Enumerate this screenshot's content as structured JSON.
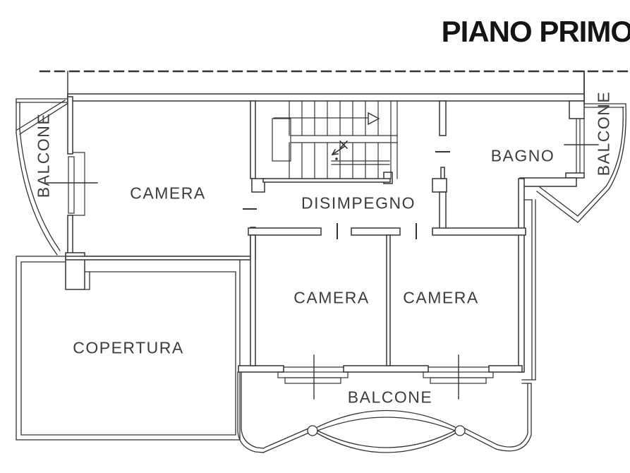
{
  "title": "PIANO PRIMO",
  "labels": {
    "camera_top_left": "CAMERA",
    "disimpegno": "DISIMPEGNO",
    "bagno": "BAGNO",
    "camera_center": "CAMERA",
    "camera_right": "CAMERA",
    "copertura": "COPERTURA",
    "balcone_left": "BALCONE",
    "balcone_right": "BALCONE",
    "balcone_bottom": "BALCONE"
  },
  "colors": {
    "line": "#333333",
    "title_text": "#141414",
    "label_text": "#3c3c3c",
    "background": "#ffffff"
  }
}
